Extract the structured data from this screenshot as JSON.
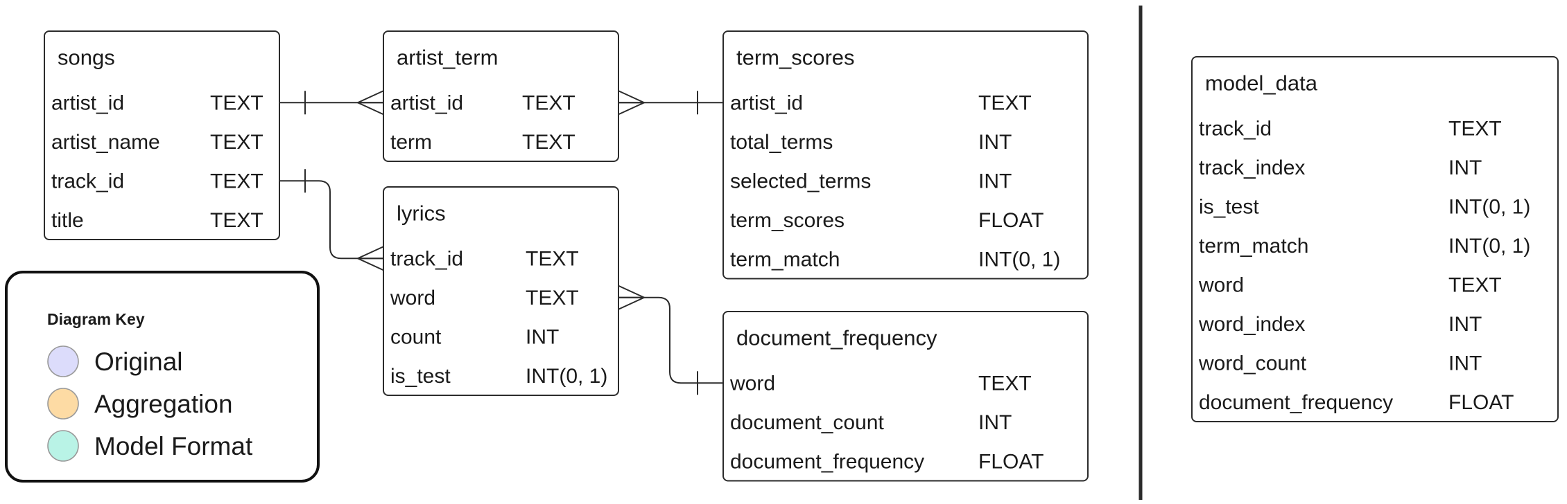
{
  "colors": {
    "original": "#dcdcfb",
    "aggregation": "#fddba4",
    "model_format": "#b9f3e6"
  },
  "tables": [
    {
      "id": "songs",
      "name": "songs",
      "category": "original",
      "columns": [
        {
          "name": "artist_id",
          "type": "TEXT"
        },
        {
          "name": "artist_name",
          "type": "TEXT"
        },
        {
          "name": "track_id",
          "type": "TEXT"
        },
        {
          "name": "title",
          "type": "TEXT"
        }
      ]
    },
    {
      "id": "artist_term",
      "name": "artist_term",
      "category": "original",
      "columns": [
        {
          "name": "artist_id",
          "type": "TEXT"
        },
        {
          "name": "term",
          "type": "TEXT"
        }
      ]
    },
    {
      "id": "lyrics",
      "name": "lyrics",
      "category": "original",
      "columns": [
        {
          "name": "track_id",
          "type": "TEXT"
        },
        {
          "name": "word",
          "type": "TEXT"
        },
        {
          "name": "count",
          "type": "INT"
        },
        {
          "name": "is_test",
          "type": "INT(0, 1)"
        }
      ]
    },
    {
      "id": "term_scores",
      "name": "term_scores",
      "category": "aggregation",
      "columns": [
        {
          "name": "artist_id",
          "type": "TEXT"
        },
        {
          "name": "total_terms",
          "type": "INT"
        },
        {
          "name": "selected_terms",
          "type": "INT"
        },
        {
          "name": "term_scores",
          "type": "FLOAT"
        },
        {
          "name": "term_match",
          "type": "INT(0, 1)"
        }
      ]
    },
    {
      "id": "document_frequency",
      "name": "document_frequency",
      "category": "aggregation",
      "columns": [
        {
          "name": "word",
          "type": "TEXT"
        },
        {
          "name": "document_count",
          "type": "INT"
        },
        {
          "name": "document_frequency",
          "type": "FLOAT"
        }
      ]
    },
    {
      "id": "model_data",
      "name": "model_data",
      "category": "model_format",
      "columns": [
        {
          "name": "track_id",
          "type": "TEXT"
        },
        {
          "name": "track_index",
          "type": "INT"
        },
        {
          "name": "is_test",
          "type": "INT(0, 1)"
        },
        {
          "name": "term_match",
          "type": "INT(0, 1)"
        },
        {
          "name": "word",
          "type": "TEXT"
        },
        {
          "name": "word_index",
          "type": "INT"
        },
        {
          "name": "word_count",
          "type": "INT"
        },
        {
          "name": "document_frequency",
          "type": "FLOAT"
        }
      ]
    }
  ],
  "relationships": [
    {
      "from": "songs.artist_id",
      "from_end": "one",
      "to": "artist_term.artist_id",
      "to_end": "many"
    },
    {
      "from": "artist_term.artist_id",
      "from_end": "many",
      "to": "term_scores.artist_id",
      "to_end": "one"
    },
    {
      "from": "songs.track_id",
      "from_end": "one",
      "to": "lyrics.track_id",
      "to_end": "many"
    },
    {
      "from": "lyrics.word",
      "from_end": "many",
      "to": "document_frequency.word",
      "to_end": "one"
    }
  ],
  "legend": {
    "title": "Diagram Key",
    "items": [
      {
        "label": "Original",
        "category": "original"
      },
      {
        "label": "Aggregation",
        "category": "aggregation"
      },
      {
        "label": "Model Format",
        "category": "model_format"
      }
    ]
  }
}
